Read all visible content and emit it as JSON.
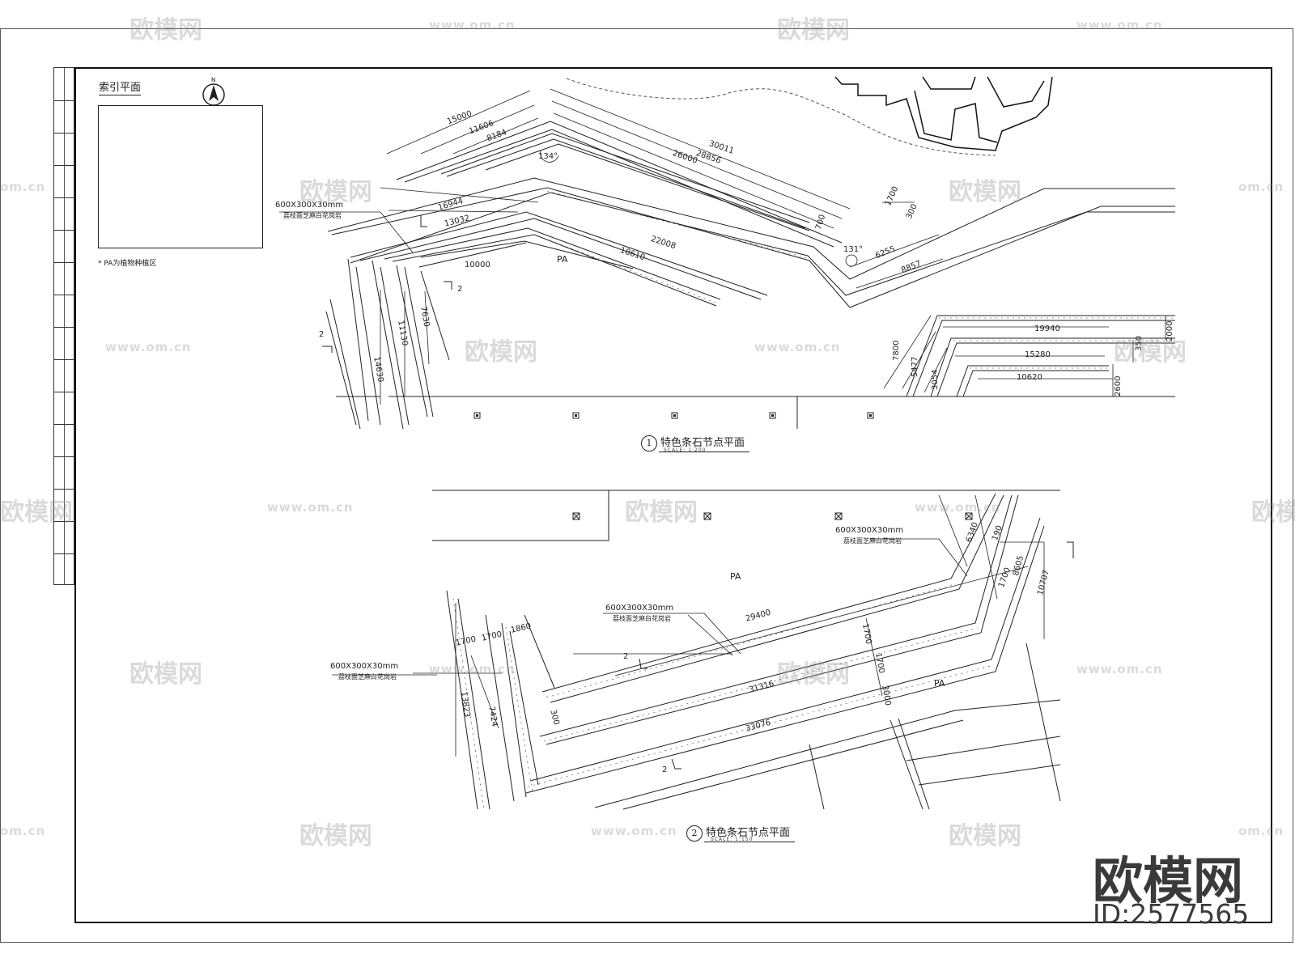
{
  "index_plan": {
    "title": "索引平面",
    "note": "* PA为植物种植区"
  },
  "details": [
    {
      "number": "1",
      "title": "特色条石节点平面",
      "scale": "SCALE: 1:200"
    },
    {
      "number": "2",
      "title": "特色条石节点平面",
      "scale": "SCALE: 1:150"
    }
  ],
  "material_label": {
    "size": "600X300X30mm",
    "desc": "荔枝面芝麻白花岗岩"
  },
  "planting_area": "PA",
  "section_mark": "2",
  "dims_top": {
    "d15000": "15000",
    "d11606": "11606",
    "d8184": "8184",
    "d30011": "30011",
    "d28856": "28856",
    "d26000": "26000",
    "d16944": "16944",
    "d13032": "13032",
    "d22008": "22008",
    "d18610": "18610",
    "d10000": "10000",
    "d14630": "14630",
    "d11130": "11130",
    "d7630": "7630",
    "d6255": "6255",
    "d8857": "8857",
    "d1700": "1700",
    "d300": "300",
    "d700": "700",
    "a134": "134°",
    "a131": "131°",
    "d19940": "19940",
    "d15280": "15280",
    "d10620": "10620",
    "d7800": "7800",
    "d5477": "5477",
    "d3054": "3054",
    "d2000": "2000",
    "d350": "350",
    "d2600": "2600"
  },
  "dims_bottom": {
    "d29400": "29400",
    "d31316": "31316",
    "d33076": "33076",
    "d13823": "13823",
    "d7424": "7424",
    "d1860": "1860",
    "d1700": "1700",
    "d3000": "3000",
    "d300": "300",
    "d8605": "8605",
    "d10707": "10707",
    "d6340": "6340",
    "d190": "190"
  },
  "watermark": {
    "brand": "欧模网",
    "url": "www.om.cn",
    "url_short": "om.cn",
    "id": "ID:2577565"
  }
}
